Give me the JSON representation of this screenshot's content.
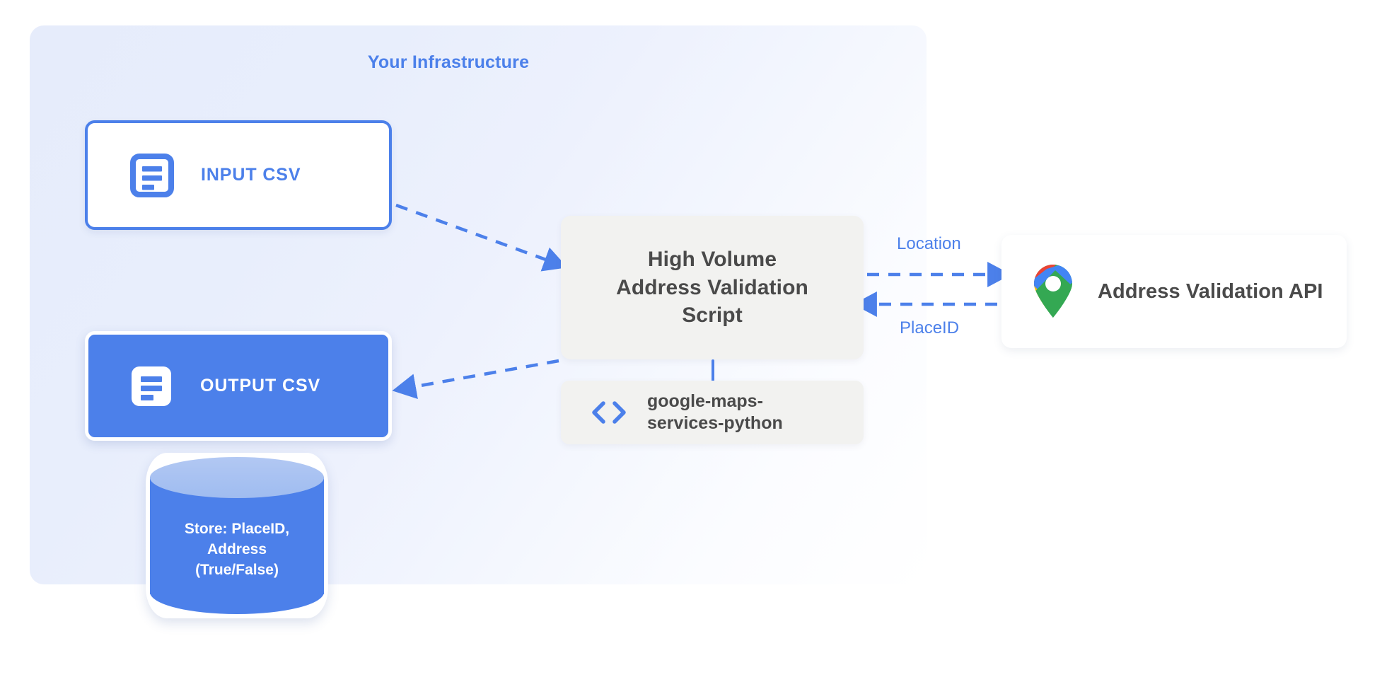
{
  "diagram": {
    "title": "Your Infrastructure",
    "accent_blue": "#4c80ea",
    "panel_bg": "#e6ecfb",
    "box_gray": "#f2f2f0",
    "text_gray": "#4a4a4a"
  },
  "nodes": {
    "input_csv": {
      "label": "INPUT CSV",
      "icon": "document-icon"
    },
    "output_csv": {
      "label": "OUTPUT CSV",
      "icon": "document-icon"
    },
    "script": {
      "line1": "High Volume",
      "line2": "Address Validation",
      "line3": "Script"
    },
    "library": {
      "line1": "google-maps-",
      "line2": "services-python",
      "icon": "code-brackets-icon"
    },
    "api": {
      "label": "Address Validation API",
      "icon": "google-maps-pin-icon"
    },
    "database": {
      "line1": "Store: PlaceID,",
      "line2": "Address",
      "line3": "(True/False)"
    }
  },
  "edges": {
    "location": "Location",
    "placeid": "PlaceID"
  },
  "icon_colors": {
    "maps_pin_blue": "#4285F4",
    "maps_pin_red": "#EA4335",
    "maps_pin_yellow": "#FBBC04",
    "maps_pin_green": "#34A853"
  }
}
